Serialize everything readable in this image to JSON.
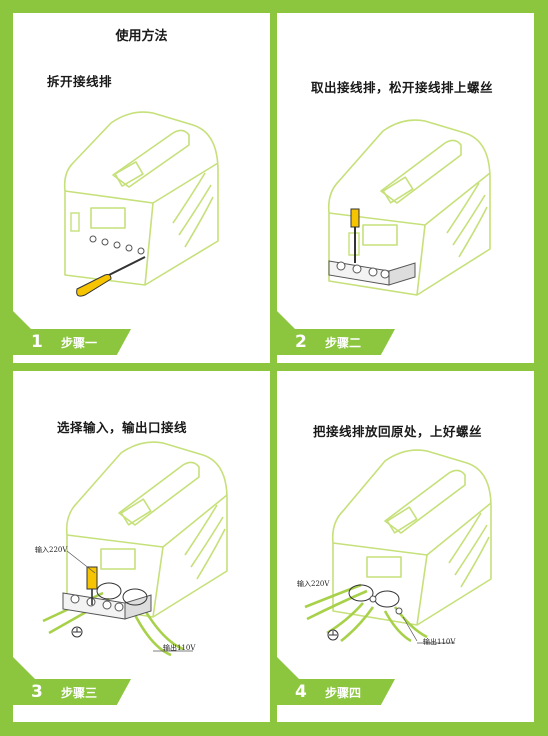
{
  "page_title": "使用方法",
  "steps": [
    {
      "number": "1",
      "label": "步骤一",
      "instruction": "拆开接线排"
    },
    {
      "number": "2",
      "label": "步骤二",
      "instruction": "取出接线排，松开接线排上螺丝"
    },
    {
      "number": "3",
      "label": "步骤三",
      "instruction": "选择输入，输出口接线"
    },
    {
      "number": "4",
      "label": "步骤四",
      "instruction": "把接线排放回原处，上好螺丝"
    }
  ],
  "labels": {
    "input_220": "输入220V",
    "output_110": "输出110V"
  },
  "colors": {
    "accent": "#8cc63f",
    "device_outline": "#c6e07a"
  }
}
